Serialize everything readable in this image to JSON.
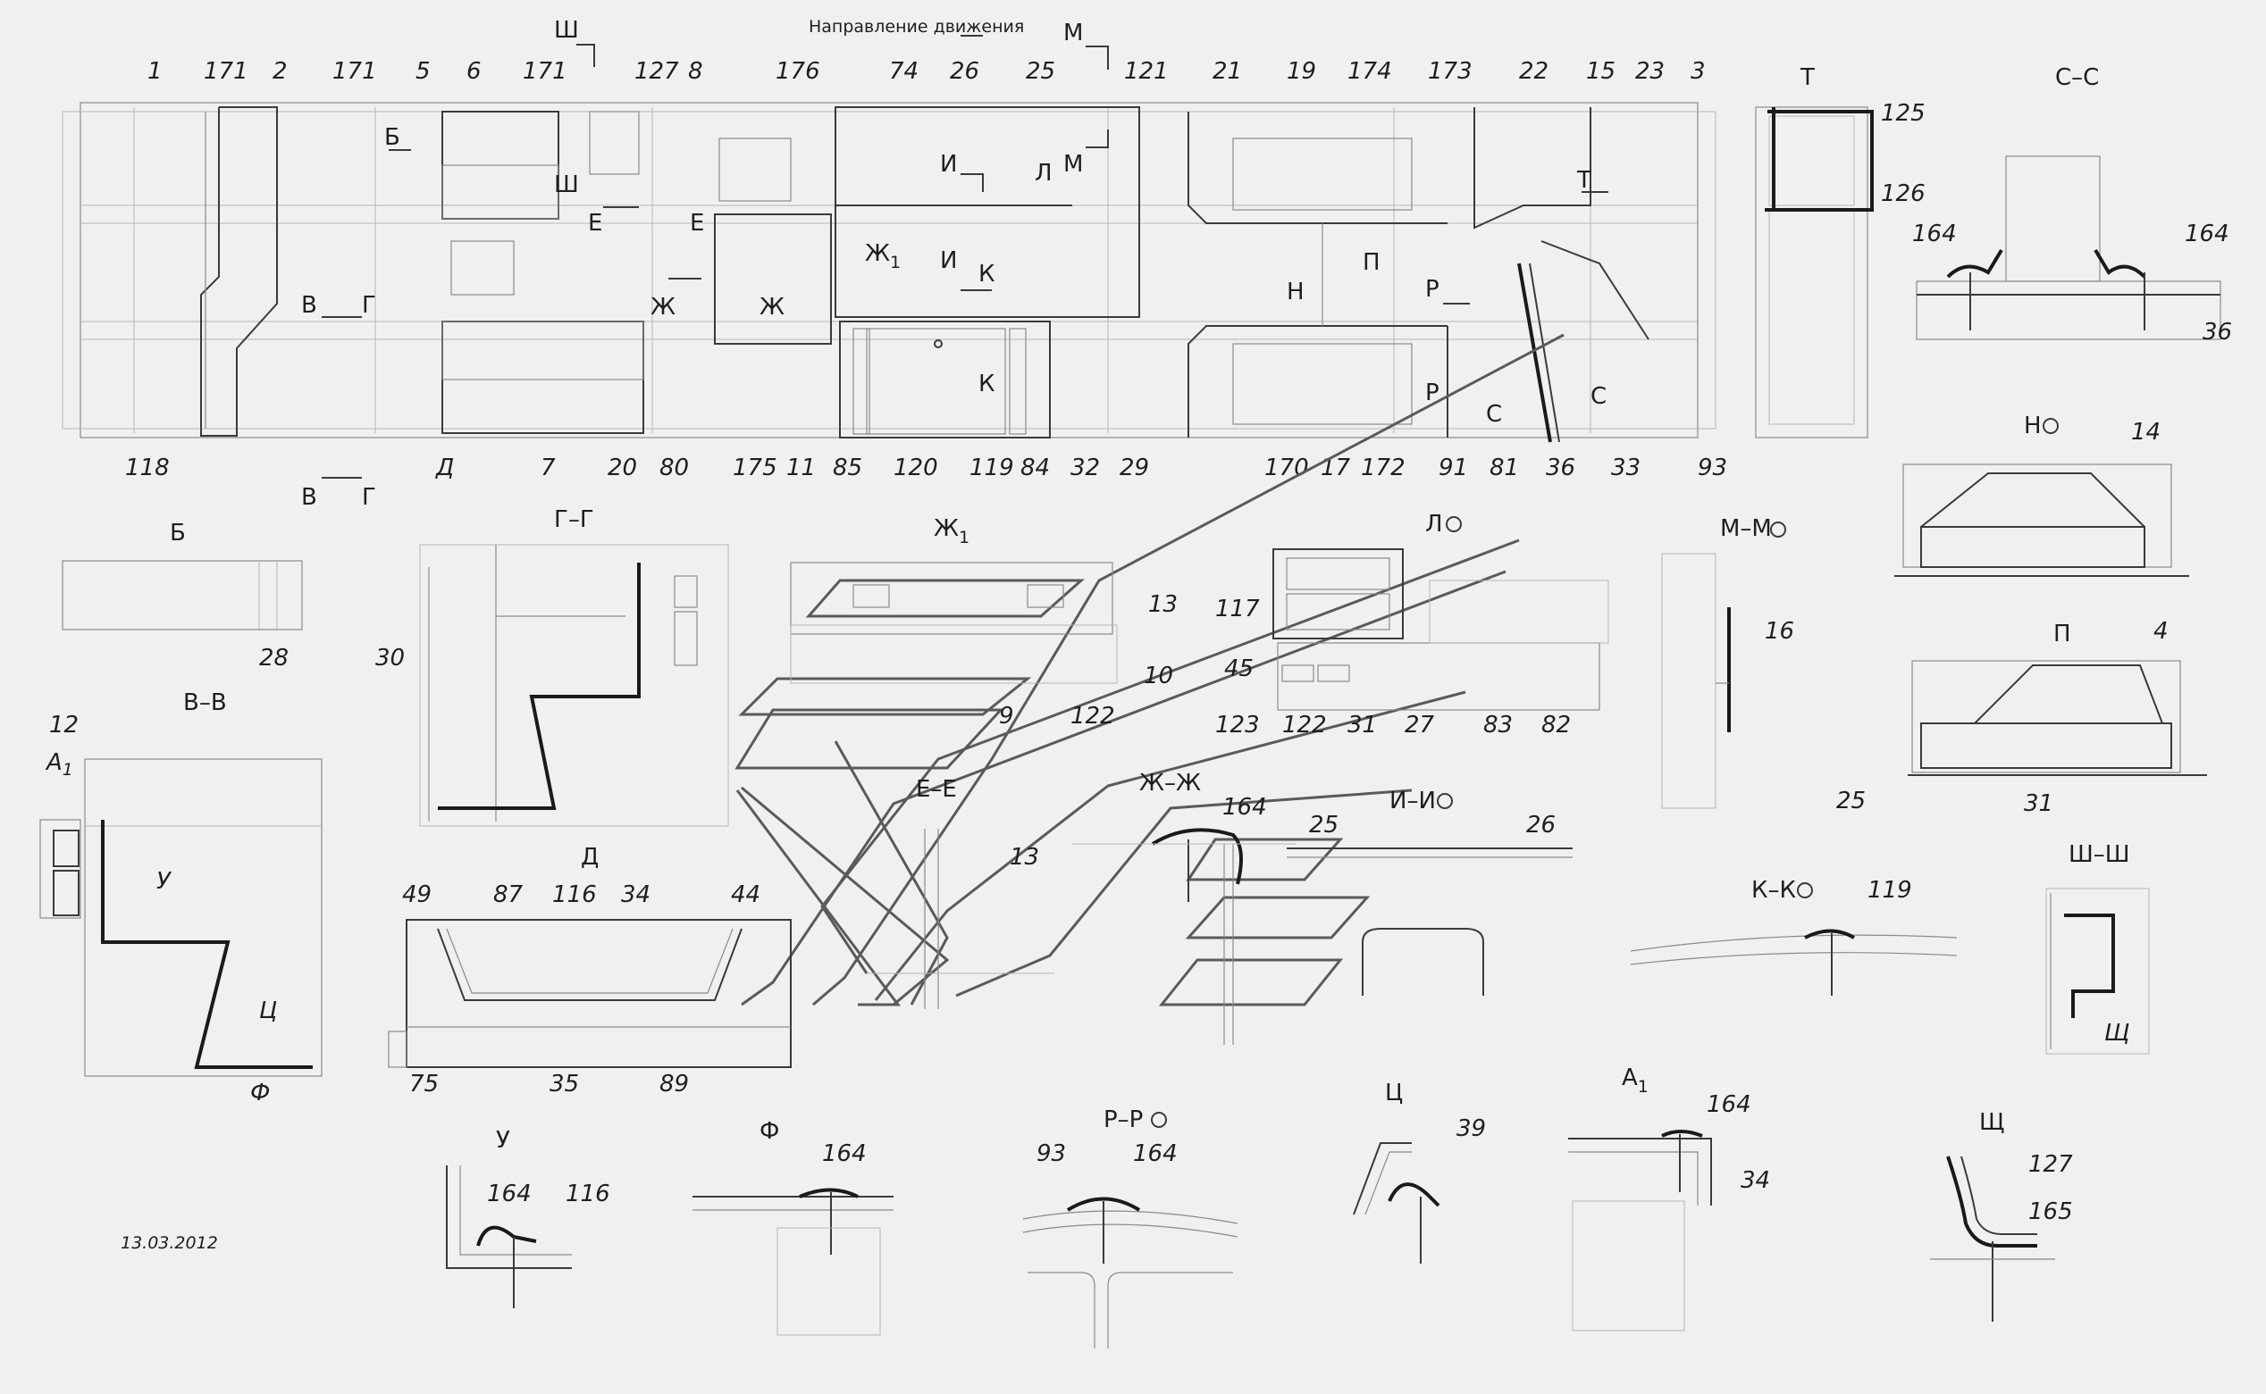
{
  "direction_label": "Направление движения",
  "date_stamp": "13.03.2012",
  "top_callouts": [
    "1",
    "171",
    "2",
    "171",
    "5",
    "6",
    "171",
    "127",
    "8",
    "176",
    "74",
    "26",
    "25",
    "121",
    "21",
    "19",
    "174",
    "173",
    "22",
    "15",
    "23",
    "3"
  ],
  "bottom_callouts": [
    "118",
    "Д",
    "7",
    "20",
    "80",
    "175",
    "11",
    "85",
    "120",
    "119",
    "84",
    "32",
    "29",
    "170",
    "17",
    "172",
    "91",
    "81",
    "36",
    "33",
    "93"
  ],
  "plan_markers": {
    "sh": "Ш",
    "m": "М",
    "b": "Б",
    "v": "В",
    "g": "Г",
    "e": "Е",
    "zh": "Ж",
    "zh1": "Ж",
    "zh1_sub": "1",
    "i": "И",
    "k": "К",
    "l": "Л",
    "n": "Н",
    "p": "П",
    "r": "Р",
    "s": "С",
    "t": "Т"
  },
  "sections": {
    "T": {
      "title": "Т",
      "labels": [
        "125",
        "126"
      ]
    },
    "CC": {
      "title": "С–С",
      "labels": [
        "164",
        "164",
        "36"
      ]
    },
    "N": {
      "title": "Н",
      "labels": [
        "14"
      ]
    },
    "MM": {
      "title": "М–М",
      "labels": [
        "16",
        "25"
      ]
    },
    "L": {
      "title": "Л",
      "labels": [
        "117",
        "45",
        "123",
        "122",
        "31",
        "27",
        "83",
        "82"
      ]
    },
    "P": {
      "title": "П",
      "labels": [
        "4",
        "31"
      ]
    },
    "B": {
      "title": "Б",
      "labels": [
        "28"
      ]
    },
    "GG": {
      "title": "Г–Г",
      "labels": [
        "30"
      ]
    },
    "ZH1": {
      "title": "Ж",
      "sub": "1",
      "labels": [
        "13",
        "10",
        "9",
        "122"
      ]
    },
    "VV": {
      "title": "В–В",
      "labels": [
        "12",
        "А",
        "У",
        "Ц",
        "Ф"
      ],
      "a_sub": "1"
    },
    "EE": {
      "title": "Е–Е",
      "labels": [
        "13"
      ]
    },
    "ZHZH": {
      "title": "Ж–Ж",
      "labels": [
        "164"
      ]
    },
    "II": {
      "title": "И–И",
      "labels": [
        "25",
        "26"
      ]
    },
    "KK": {
      "title": "К–К",
      "labels": [
        "119"
      ]
    },
    "SHSH": {
      "title": "Ш–Ш",
      "labels": [
        "Щ"
      ]
    },
    "D": {
      "title": "Д",
      "labels": [
        "49",
        "87",
        "116",
        "34",
        "44",
        "75",
        "35",
        "89"
      ]
    },
    "U": {
      "title": "У",
      "labels": [
        "164",
        "116"
      ]
    },
    "F": {
      "title": "Ф",
      "labels": [
        "164"
      ]
    },
    "RR": {
      "title": "Р–Р",
      "labels": [
        "93",
        "164"
      ]
    },
    "TS": {
      "title": "Ц",
      "labels": [
        "39"
      ]
    },
    "A1": {
      "title": "А",
      "sub": "1",
      "labels": [
        "164",
        "34"
      ]
    },
    "SHCH": {
      "title": "Щ",
      "labels": [
        "127",
        "165"
      ]
    }
  }
}
